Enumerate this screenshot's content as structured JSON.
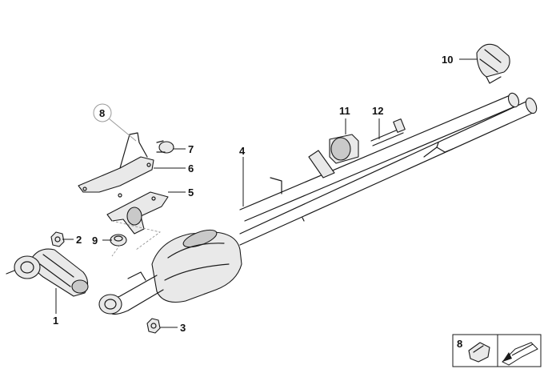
{
  "callouts": {
    "c1": "1",
    "c2": "2",
    "c3": "3",
    "c4": "4",
    "c5": "5",
    "c6": "6",
    "c7": "7",
    "c8": "8",
    "c9": "9",
    "c10": "10",
    "c11": "11",
    "c12": "12"
  },
  "legend": {
    "number": "8",
    "arrow_icon": "direction-arrow-icon"
  }
}
